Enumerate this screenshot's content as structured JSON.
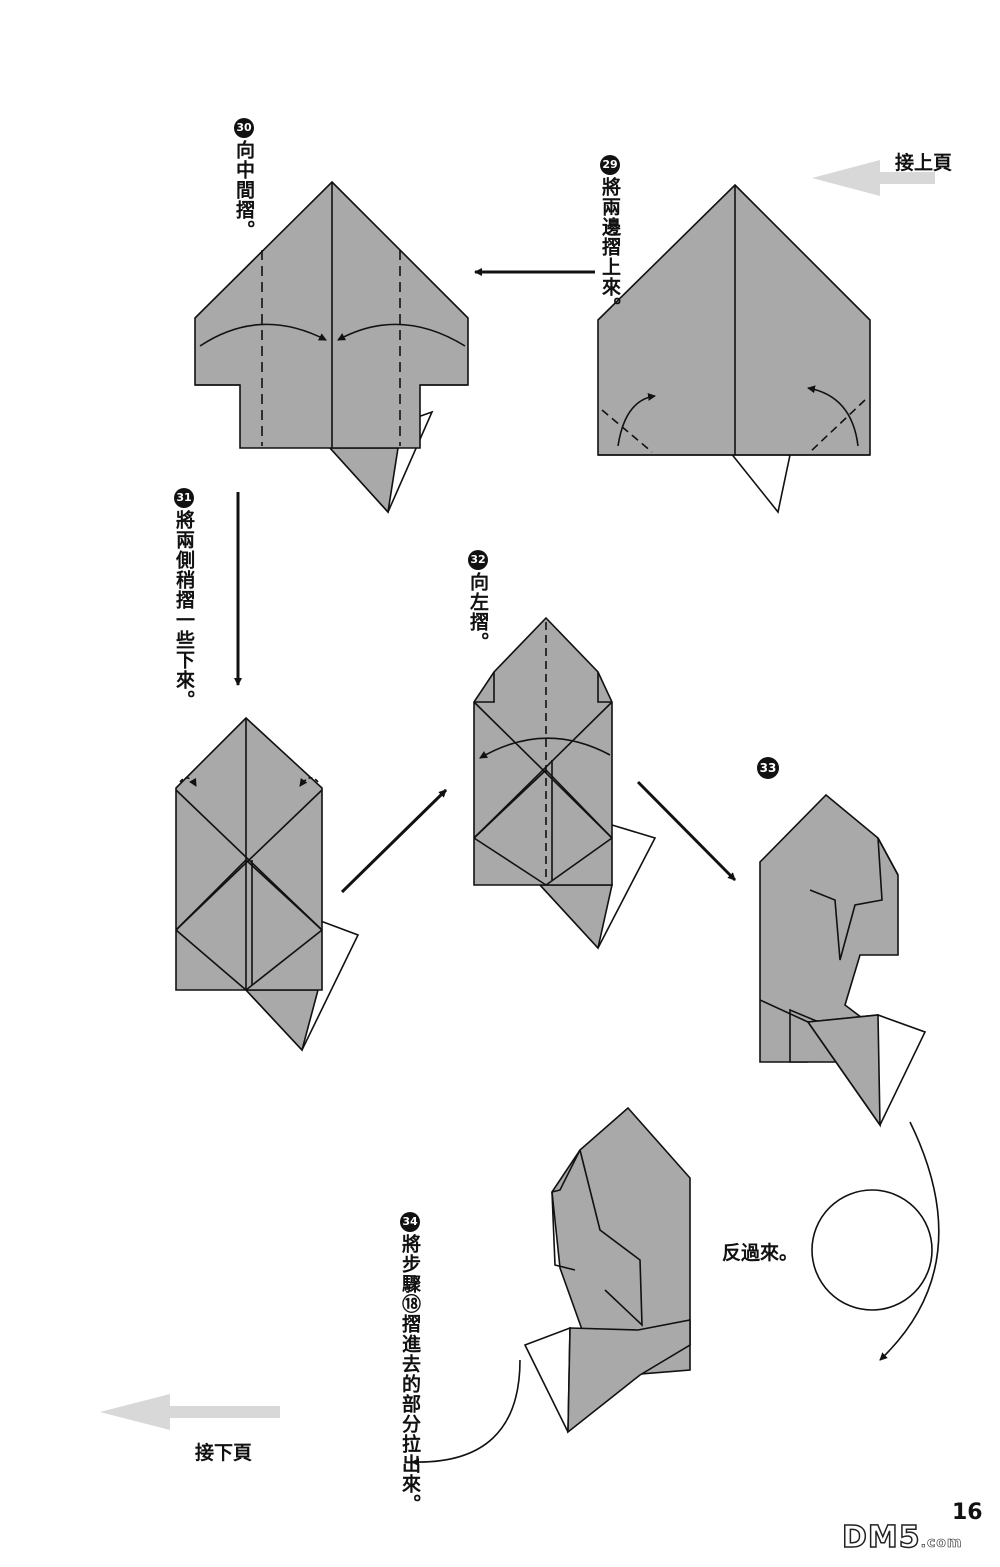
{
  "nav": {
    "prev_page": "接上頁",
    "next_page": "接下頁"
  },
  "steps": [
    {
      "number": "29",
      "text": "將兩邊摺上來。"
    },
    {
      "number": "30",
      "text": "向中間摺。"
    },
    {
      "number": "31",
      "text": "將兩側稍摺一些下來。"
    },
    {
      "number": "32",
      "text": "向左摺。"
    },
    {
      "number": "33",
      "text": ""
    },
    {
      "number": "34",
      "text": "將步驟⑱摺進去的部分拉出來。"
    }
  ],
  "flip_label": "反過來。",
  "page_number": "16",
  "watermark": "DM5",
  "watermark_suffix": ".com",
  "colors": {
    "paper": "#a9a9a9",
    "paper_light": "#ffffff",
    "ink": "#111111",
    "nav_arrow": "#d8d8d8"
  }
}
